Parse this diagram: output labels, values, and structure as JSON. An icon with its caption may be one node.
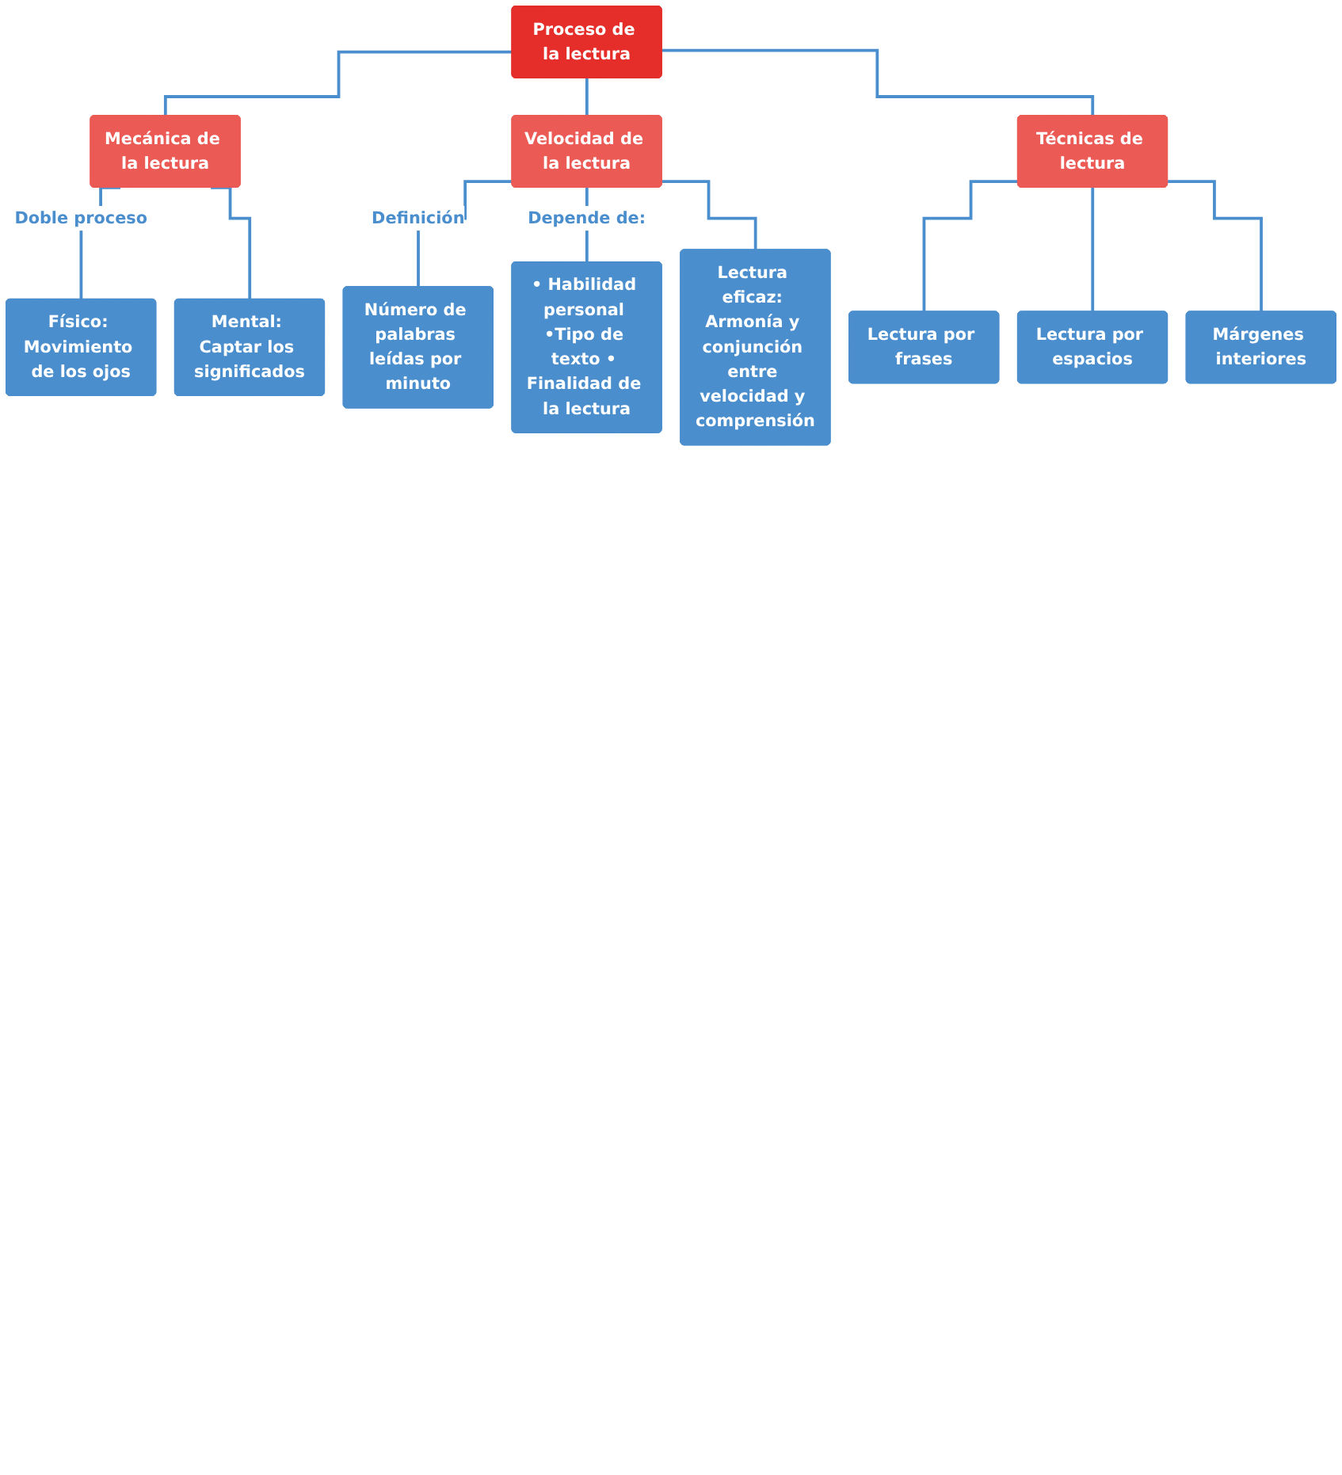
{
  "diagram": {
    "nodes": [
      {
        "text": [
          "Proceso de la lectura"
        ]
      },
      {
        "text": [
          "Mecánica de la lectura"
        ]
      },
      {
        "text": [
          "Velocidad de la lectura"
        ]
      },
      {
        "text": [
          "Técnicas de lectura"
        ]
      },
      {
        "text": [
          "Físico: Movimiento de los ojos"
        ]
      },
      {
        "text": [
          "Mental: Captar los significados"
        ]
      },
      {
        "text": [
          "Número de palabras leídas por minuto"
        ]
      },
      {
        "text": [
          "• Habilidad personal •Tipo de texto • Finalidad de la lectura"
        ]
      },
      {
        "text": [
          "Lectura eficaz: Armonía y conjunción entre velocidad y comprensión"
        ]
      },
      {
        "text": [
          "Lectura por frases"
        ]
      },
      {
        "text": [
          "Lectura por espacios"
        ]
      },
      {
        "text": [
          "Márgenes interiores"
        ]
      }
    ],
    "edges": [
      {
        "from": 0,
        "to": 1,
        "arrow": "none"
      },
      {
        "from": 0,
        "to": 2,
        "arrow": "none"
      },
      {
        "from": 0,
        "to": 3,
        "arrow": "none"
      },
      {
        "from": 1,
        "to": 4,
        "arrow": "none",
        "label": "Doble proceso"
      },
      {
        "from": 1,
        "to": 5,
        "arrow": "none"
      },
      {
        "from": 2,
        "to": 6,
        "arrow": "none",
        "label": "Definición"
      },
      {
        "from": 2,
        "to": 7,
        "arrow": "none",
        "label": "Depende de:"
      },
      {
        "from": 2,
        "to": 8,
        "arrow": "none"
      },
      {
        "from": 3,
        "to": 9,
        "arrow": "none"
      },
      {
        "from": 3,
        "to": 10,
        "arrow": "none"
      },
      {
        "from": 3,
        "to": 11,
        "arrow": "none"
      }
    ]
  }
}
